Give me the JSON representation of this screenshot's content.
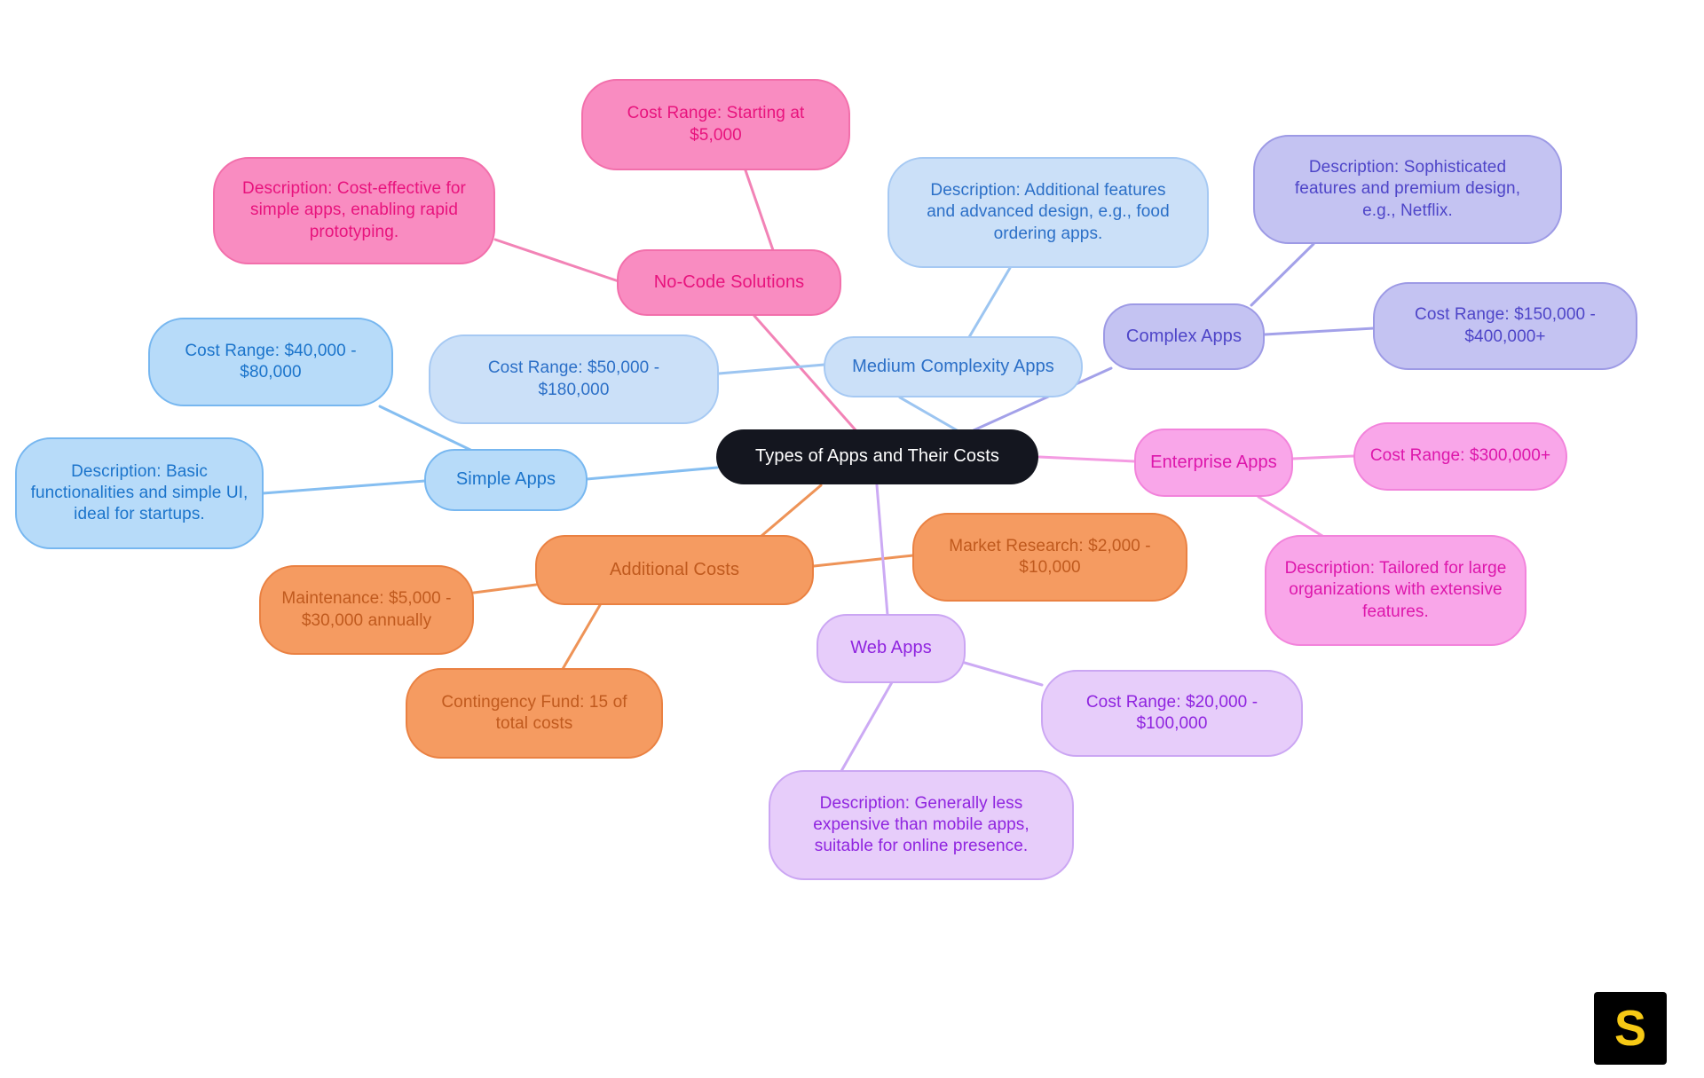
{
  "title": "Types of Apps and Their Costs",
  "center": {
    "label": "Types of Apps and Their Costs",
    "fill": "#14161F",
    "text_color": "#FFFFFF"
  },
  "branches": {
    "no_code": {
      "label": "No-Code Solutions",
      "fill": "#F98CC1",
      "border": "#F26FAB",
      "text": "#E8137D",
      "line": "#F283B6",
      "children": {
        "cost": {
          "label": "Cost Range: Starting at $5,000"
        },
        "description": {
          "label": "Description: Cost-effective for simple apps, enabling rapid prototyping."
        }
      }
    },
    "medium": {
      "label": "Medium Complexity Apps",
      "fill": "#CBE0F8",
      "border": "#A6C9F3",
      "text": "#2B6FC7",
      "line": "#9CC5F1",
      "children": {
        "description": {
          "label": "Description: Additional features and advanced design, e.g., food ordering apps."
        },
        "cost": {
          "label": "Cost Range: $50,000 - $180,000"
        }
      }
    },
    "complex": {
      "label": "Complex Apps",
      "fill": "#C4C3F2",
      "border": "#9D9AE5",
      "text": "#4E45C8",
      "line": "#A3A1E9",
      "children": {
        "description": {
          "label": "Description: Sophisticated features and premium design, e.g., Netflix."
        },
        "cost": {
          "label": "Cost Range: $150,000 - $400,000+"
        }
      }
    },
    "enterprise": {
      "label": "Enterprise Apps",
      "fill": "#F9A6E9",
      "border": "#F283DB",
      "text": "#DD16AB",
      "line": "#F49BE2",
      "children": {
        "cost": {
          "label": "Cost Range: $300,000+"
        },
        "description": {
          "label": "Description: Tailored for large organizations with extensive features."
        }
      }
    },
    "simple": {
      "label": "Simple Apps",
      "fill": "#B7DBF9",
      "border": "#77B7F0",
      "text": "#1B74CB",
      "line": "#85BEF1",
      "children": {
        "cost": {
          "label": "Cost Range: $40,000 - $80,000"
        },
        "description": {
          "label": "Description: Basic functionalities and simple UI, ideal for startups."
        }
      }
    },
    "additional": {
      "label": "Additional Costs",
      "fill": "#F59B61",
      "border": "#EA8142",
      "text": "#C05A1E",
      "line": "#EE9357",
      "children": {
        "market_research": {
          "label": "Market Research: $2,000 - $10,000"
        },
        "maintenance": {
          "label": "Maintenance: $5,000 - $30,000 annually"
        },
        "contingency": {
          "label": "Contingency Fund: 15 of total costs"
        }
      }
    },
    "web": {
      "label": "Web Apps",
      "fill": "#E7CDFA",
      "border": "#CBA6F3",
      "text": "#8F24DF",
      "line": "#CCAAF4",
      "children": {
        "cost": {
          "label": "Cost Range: $20,000 - $100,000"
        },
        "description": {
          "label": "Description: Generally less expensive than mobile apps, suitable for online presence."
        }
      }
    }
  },
  "logo": {
    "letter": "S",
    "background": "#000000",
    "color": "#F6C915"
  }
}
